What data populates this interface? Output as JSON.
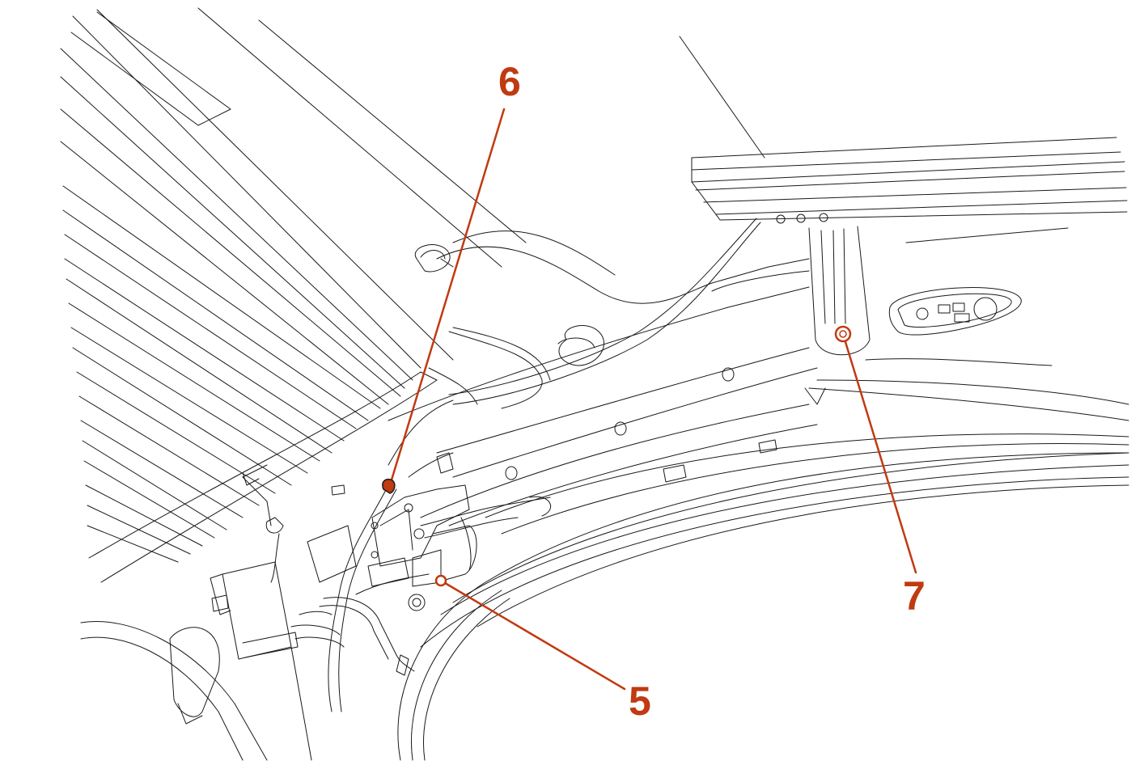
{
  "diagram": {
    "accent_color": "#c03a12",
    "line_color": "#1a1a1a",
    "callouts": [
      {
        "id": "6",
        "label": "6"
      },
      {
        "id": "7",
        "label": "7"
      },
      {
        "id": "5",
        "label": "5"
      }
    ]
  }
}
